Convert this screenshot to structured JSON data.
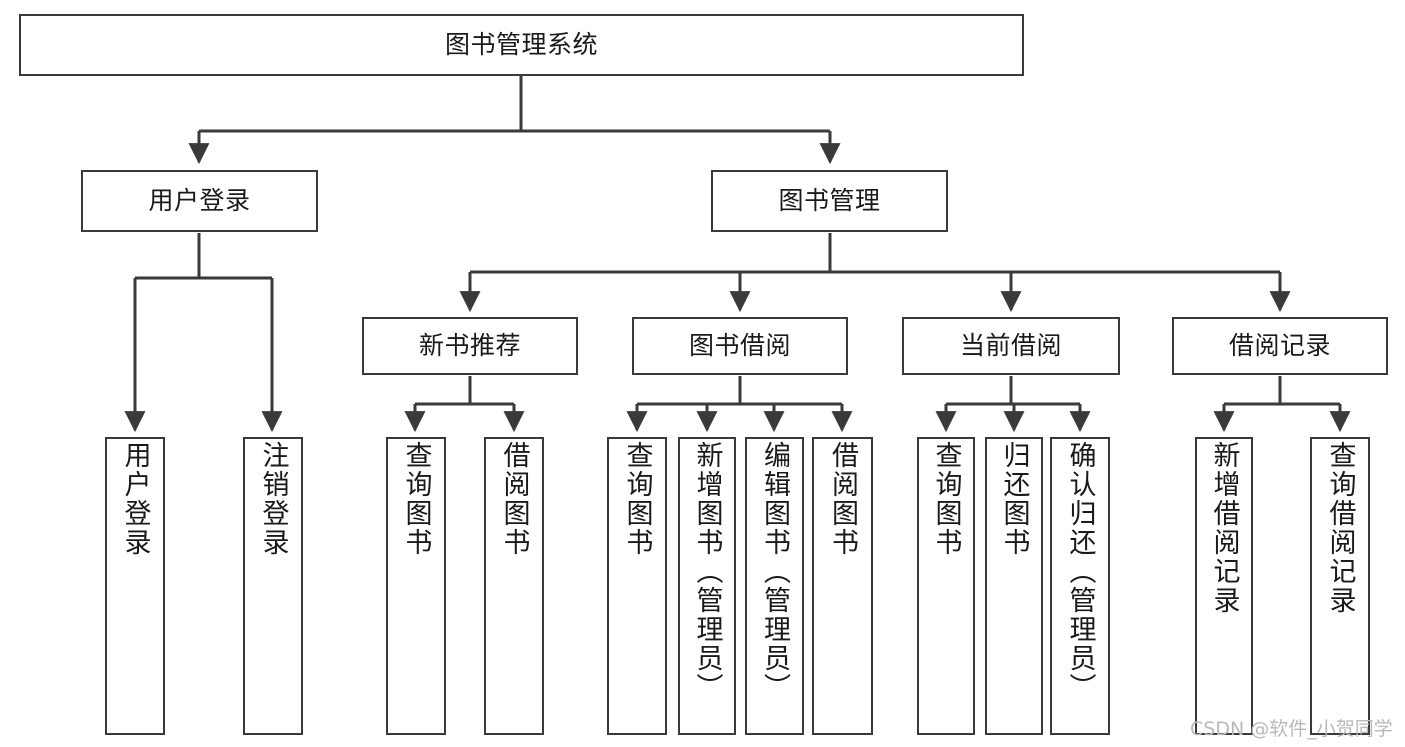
{
  "diagram": {
    "title": "图书管理系统",
    "type": "hierarchy-tree",
    "watermark": "CSDN @软件_小贺同学",
    "colors": {
      "box_border": "#3a3a3a",
      "box_fill": "#ffffff",
      "connector": "#3a3a3a",
      "text": "#1a1a1a",
      "watermark": "#b9b9b9"
    },
    "nodes": {
      "root": {
        "label": "图书管理系统",
        "level": 1
      },
      "level2": [
        {
          "id": "user-login",
          "label": "用户登录"
        },
        {
          "id": "book-management",
          "label": "图书管理"
        }
      ],
      "level3": [
        {
          "id": "new-book-recommend",
          "label": "新书推荐",
          "parent": "book-management"
        },
        {
          "id": "book-borrow",
          "label": "图书借阅",
          "parent": "book-management"
        },
        {
          "id": "current-borrow",
          "label": "当前借阅",
          "parent": "book-management"
        },
        {
          "id": "borrow-record",
          "label": "借阅记录",
          "parent": "book-management"
        }
      ],
      "leaves": {
        "user-login": [
          {
            "id": "leaf-user-login",
            "label": "用户登录"
          },
          {
            "id": "leaf-logout",
            "label": "注销登录"
          }
        ],
        "new-book-recommend": [
          {
            "id": "leaf-query-book-1",
            "label": "查询图书"
          },
          {
            "id": "leaf-borrow-book-1",
            "label": "借阅图书"
          }
        ],
        "book-borrow": [
          {
            "id": "leaf-query-book-2",
            "label": "查询图书"
          },
          {
            "id": "leaf-add-book",
            "label": "新增图书（管理员）"
          },
          {
            "id": "leaf-edit-book",
            "label": "编辑图书（管理员）"
          },
          {
            "id": "leaf-borrow-book-2",
            "label": "借阅图书"
          }
        ],
        "current-borrow": [
          {
            "id": "leaf-query-book-3",
            "label": "查询图书"
          },
          {
            "id": "leaf-return-book",
            "label": "归还图书"
          },
          {
            "id": "leaf-confirm-return",
            "label": "确认归还（管理员）"
          }
        ],
        "borrow-record": [
          {
            "id": "leaf-add-record",
            "label": "新增借阅记录"
          },
          {
            "id": "leaf-query-record",
            "label": "查询借阅记录"
          }
        ]
      }
    }
  }
}
